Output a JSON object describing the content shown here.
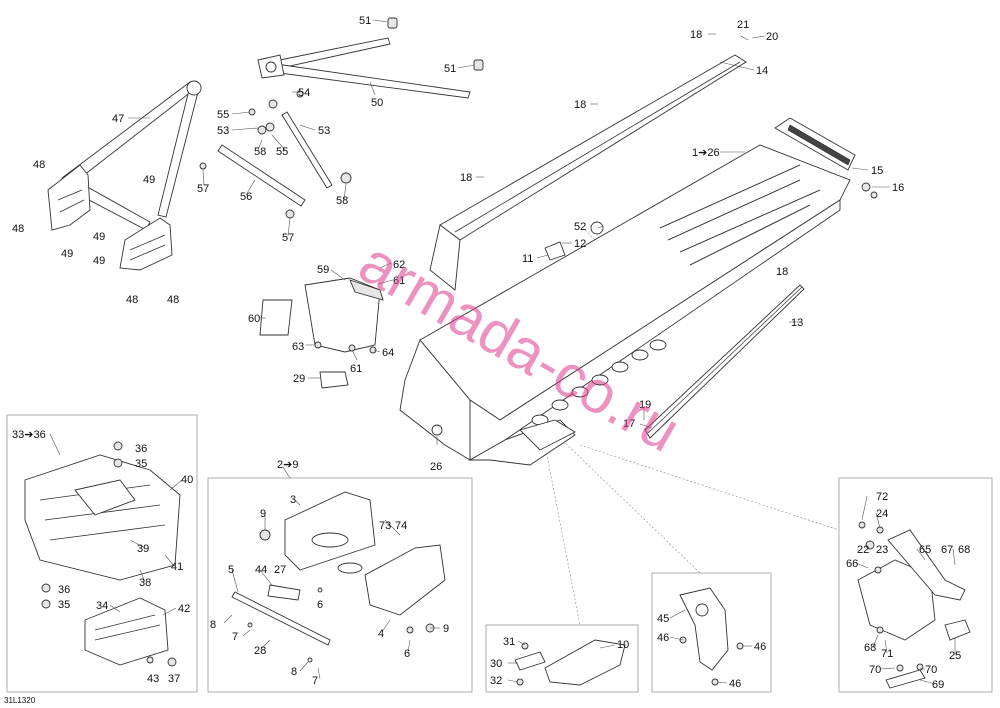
{
  "diagram": {
    "code": "31L1320",
    "watermark": "armada-co.ru",
    "callouts": {
      "c51a": "51",
      "c51b": "51",
      "c50": "50",
      "c47": "47",
      "c54": "54",
      "c55a": "55",
      "c53a": "53",
      "c53b": "53",
      "c58a": "58",
      "c55b": "55",
      "c57a": "57",
      "c56": "56",
      "c58b": "58",
      "c57b": "57",
      "c48a": "48",
      "c48b": "48",
      "c49a": "49",
      "c49b": "49",
      "c49c": "49",
      "c49d": "49",
      "c48c": "48",
      "c48d": "48",
      "c18a": "18",
      "c21": "21",
      "c20": "20",
      "c14": "14",
      "c18b": "18",
      "c1_26": "1➔26",
      "c15": "15",
      "c16": "16",
      "c18c": "18",
      "c52": "52",
      "c12": "12",
      "c11": "11",
      "c18d": "18",
      "c13": "13",
      "c19": "19",
      "c17": "17",
      "c26": "26",
      "c62": "62",
      "c59": "59",
      "c61a": "61",
      "c60": "60",
      "c63": "63",
      "c64": "64",
      "c61b": "61",
      "c29": "29",
      "c33_36": "33➔36",
      "c36a": "36",
      "c35a": "35",
      "c40": "40",
      "c39": "39",
      "c41": "41",
      "c38": "38",
      "c36b": "36",
      "c35b": "35",
      "c34": "34",
      "c42": "42",
      "c43": "43",
      "c37": "37",
      "c2_9": "2➔9",
      "c3": "3",
      "c9a": "9",
      "c73": "73",
      "c74": "74",
      "c5": "5",
      "c44": "44",
      "c27": "27",
      "c6a": "6",
      "c8a": "8",
      "c7a": "7",
      "c28": "28",
      "c4": "4",
      "c9b": "9",
      "c6b": "6",
      "c8b": "8",
      "c7b": "7",
      "c31": "31",
      "c10": "10",
      "c30": "30",
      "c32": "32",
      "c45": "45",
      "c46a": "46",
      "c46b": "46",
      "c46c": "46",
      "c72": "72",
      "c24": "24",
      "c22": "22",
      "c23": "23",
      "c65": "65",
      "c67": "67",
      "c68a": "68",
      "c66": "66",
      "c68b": "68",
      "c71": "71",
      "c70a": "70",
      "c70b": "70",
      "c25": "25",
      "c69": "69"
    }
  }
}
